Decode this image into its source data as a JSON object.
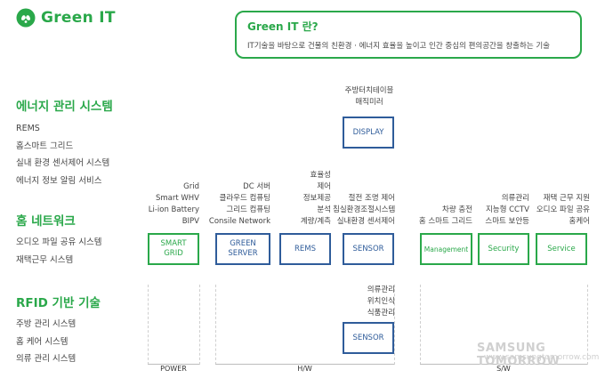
{
  "header": {
    "logo_text": "Green IT"
  },
  "info_box": {
    "title": "Green IT 란?",
    "description": "IT기술을 바탕으로 건물의 친환경 · 에너지 효율을 높이고 인간 중심의 편의공간을 창출하는 기술"
  },
  "sections": [
    {
      "title": "에너지 관리 시스템",
      "items": [
        "REMS",
        "홈스마트 그리드",
        "실내 환경 센서제어 시스템",
        "에너지 정보 알림 서비스"
      ]
    },
    {
      "title": "홈 네트워크",
      "items": [
        "오디오 파일 공유 시스템",
        "재택근무 시스템"
      ]
    },
    {
      "title": "RFID 기반 기술",
      "items": [
        "주방 관리 시스템",
        "홈 케어 시스템",
        "의류 관리 시스템"
      ]
    }
  ],
  "boxes": {
    "display": "DISPLAY",
    "smart_grid": [
      "SMART",
      "GRID"
    ],
    "green_server": [
      "GREEN",
      "SERVER"
    ],
    "rems": "REMS",
    "sensor": "SENSOR",
    "management": "Management",
    "security": "Security",
    "service": "Service",
    "rfid_sensor": "SENSOR"
  },
  "labels": {
    "display_top": [
      "주방터치테이블",
      "매직미러"
    ],
    "smart_grid": [
      "Grid",
      "Smart WHV",
      "Li-ion Battery",
      "BIPV"
    ],
    "green_server": [
      "DC 서버",
      "클라우드 컴퓨팅",
      "그리드 컴퓨팅",
      "Consile Network"
    ],
    "rems": [
      "효율성",
      "제어",
      "정보제공",
      "분석",
      "계량/계측"
    ],
    "sensor": [
      "절전 조명 제어",
      "침실환경조절시스템",
      "실내환경 센서제어"
    ],
    "management": [
      "차량 충전",
      "홈 스마트 그리드"
    ],
    "security": [
      "의류관리",
      "지능형 CCTV",
      "스마트 보안등"
    ],
    "service": [
      "재택 근무 지원",
      "오디오 파일 공유",
      "홈케어"
    ],
    "rfid_sensor": [
      "의류관리",
      "위치인식",
      "식품관리"
    ]
  },
  "axis": {
    "power": "POWER",
    "hw": "H/W",
    "sw": "S/W"
  },
  "watermark": {
    "brand": "SAMSUNG TOMORROW",
    "url": "www.samsungtomorrow.com"
  },
  "colors": {
    "green": "#2aa84a",
    "blue": "#2f5c9a"
  }
}
